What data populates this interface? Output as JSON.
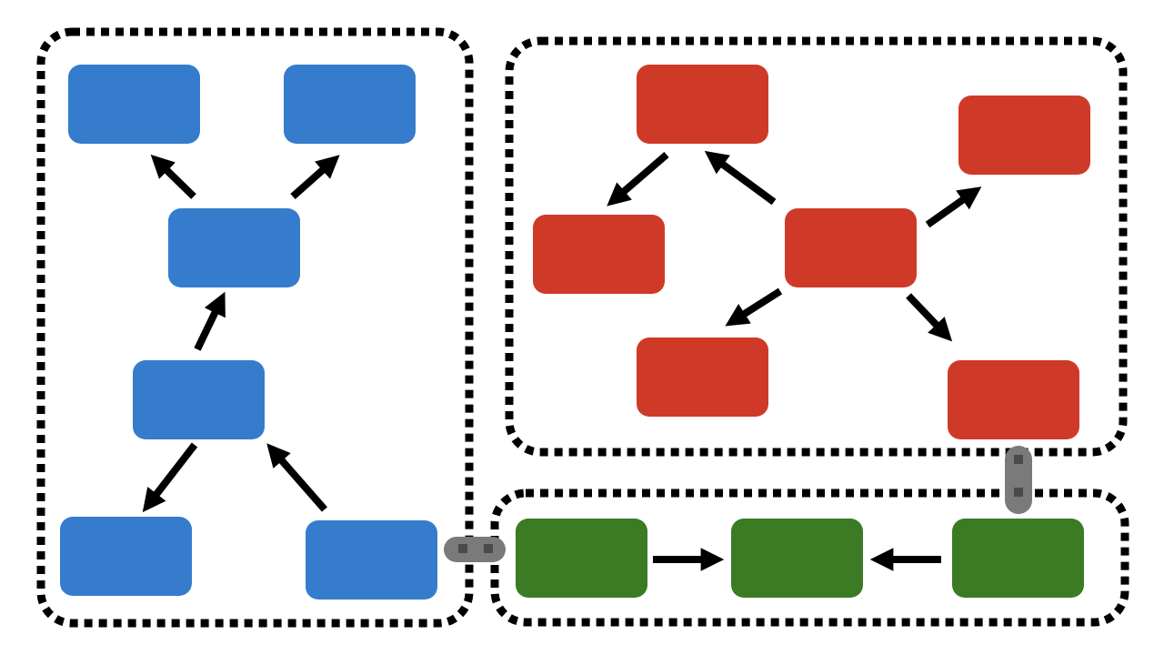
{
  "colors": {
    "blue": "#357ccd",
    "red": "#cf3a28",
    "green": "#3a7b24",
    "border": "#000000",
    "connector": "#7a7a7a",
    "connector_dot": "#4a4a4a",
    "arrow": "#000000"
  },
  "groups": [
    {
      "id": "blue-group",
      "color": "blue",
      "node_count": 6
    },
    {
      "id": "red-group",
      "color": "red",
      "node_count": 6
    },
    {
      "id": "green-group",
      "color": "green",
      "node_count": 3
    }
  ],
  "edges": [
    {
      "from": "blue-3",
      "to": "blue-1"
    },
    {
      "from": "blue-3",
      "to": "blue-2"
    },
    {
      "from": "blue-4",
      "to": "blue-3"
    },
    {
      "from": "blue-4",
      "to": "blue-5"
    },
    {
      "from": "blue-6",
      "to": "blue-4"
    },
    {
      "from": "red-1",
      "to": "red-3"
    },
    {
      "from": "red-4",
      "to": "red-1"
    },
    {
      "from": "red-4",
      "to": "red-2"
    },
    {
      "from": "red-4",
      "to": "red-5"
    },
    {
      "from": "red-4",
      "to": "red-6"
    },
    {
      "from": "green-1",
      "to": "green-2"
    },
    {
      "from": "green-3",
      "to": "green-2"
    }
  ],
  "links": [
    {
      "from": "blue-group",
      "to": "green-group"
    },
    {
      "from": "red-group",
      "to": "green-group"
    }
  ]
}
